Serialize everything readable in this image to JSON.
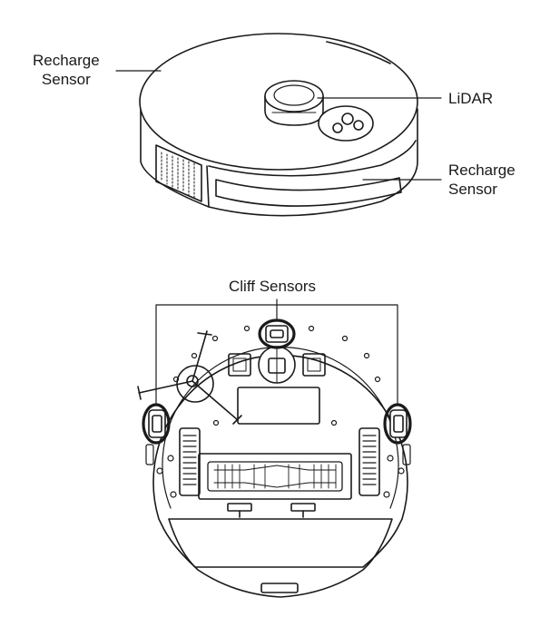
{
  "labels": {
    "recharge_sensor_top": [
      "Recharge",
      "Sensor"
    ],
    "lidar": "LiDAR",
    "recharge_sensor_right": [
      "Recharge",
      "Sensor"
    ],
    "cliff_sensors": "Cliff Sensors"
  }
}
